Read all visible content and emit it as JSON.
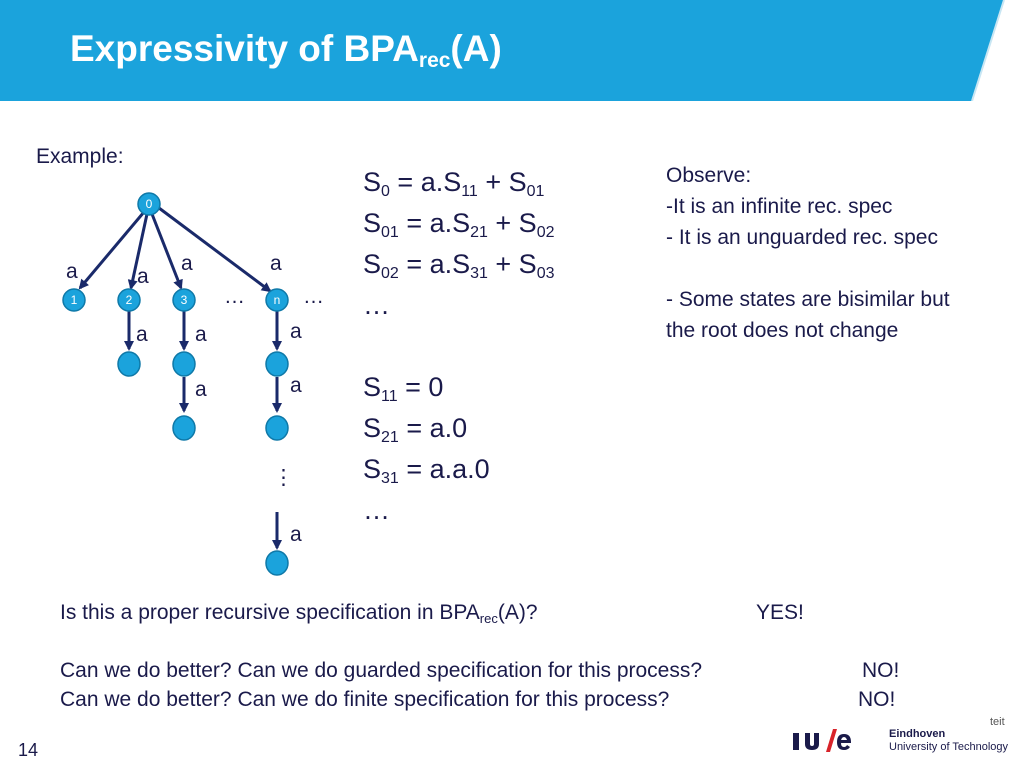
{
  "header": {
    "title_main": "Expressivity of BPA",
    "title_sub": "rec",
    "title_end": "(A)",
    "accent_color": "#1ba3dc"
  },
  "example_label": "Example:",
  "tree": {
    "root_label": "0",
    "child_labels": [
      "1",
      "2",
      "3",
      "n"
    ],
    "edge_label": "a",
    "dots": "…",
    "vertical_dots": "⋮"
  },
  "equations": {
    "S0": {
      "lhs": "S",
      "lhs_sub": "0",
      "rhs1": " = a.S",
      "rhs1_sub": "11",
      "rhs2": " + S",
      "rhs2_sub": "01"
    },
    "S01": {
      "lhs": "S",
      "lhs_sub": "01",
      "rhs1": " = a.S",
      "rhs1_sub": "21",
      "rhs2": " + S",
      "rhs2_sub": "02"
    },
    "S02": {
      "lhs": "S",
      "lhs_sub": "02",
      "rhs1": " = a.S",
      "rhs1_sub": "31",
      "rhs2": " + S",
      "rhs2_sub": "03"
    },
    "ellipsis": "…",
    "S11": {
      "lhs": "S",
      "lhs_sub": "11",
      "rhs": " = 0"
    },
    "S21": {
      "lhs": "S",
      "lhs_sub": "21",
      "rhs": " = a.0"
    },
    "S31": {
      "lhs": "S",
      "lhs_sub": "31",
      "rhs": " = a.a.0"
    }
  },
  "observe": {
    "heading": "Observe:",
    "line1": "-It is an infinite rec. spec",
    "line2": "- It is an unguarded rec. spec",
    "line3": "- Some states are bisimilar but",
    "line4": "the root does not change"
  },
  "questions": {
    "q1_main": "Is this a proper recursive specification in BPA",
    "q1_sub": "rec",
    "q1_end": "(A)?",
    "a1": "YES!",
    "q2": "Can we do better? Can we do guarded specification for this process?",
    "a2": "NO!",
    "q3": "Can we do better? Can we do finite specification for this process?",
    "a3": "NO!"
  },
  "footer": {
    "page_number": "14",
    "faculty_stub": "teit",
    "logo_line1": "Eindhoven",
    "logo_line2": "University of Technology"
  }
}
